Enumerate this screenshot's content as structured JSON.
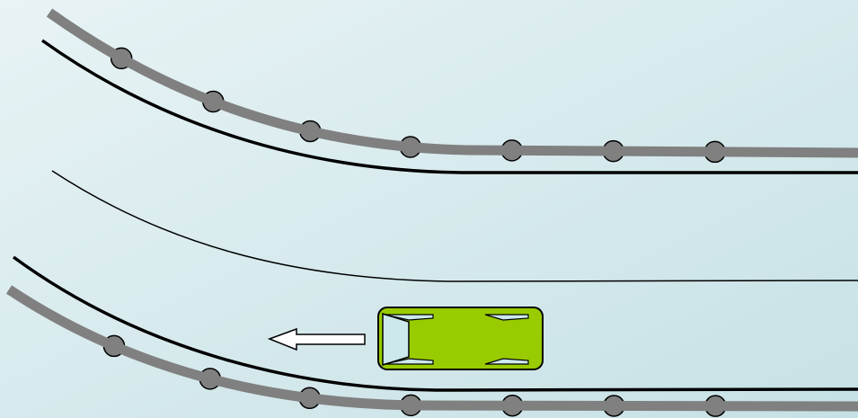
{
  "scene": {
    "background": {
      "gradient_start": "#e8f3f5",
      "gradient_end": "#c6e1e5"
    },
    "colors": {
      "guardrail": "#808080",
      "post": "#808080",
      "road_edge": "#000000",
      "center_line": "#000000",
      "arrow_stroke": "#000000",
      "arrow_fill": "#ffffff",
      "car_body": "#99cc00",
      "car_window": "#cce8ec",
      "car_outline": "#000000"
    },
    "top_guardrail": {
      "post_count": 7
    },
    "bottom_guardrail": {
      "post_count": 7
    },
    "vehicle": {
      "type": "car",
      "direction": "left"
    },
    "arrow": {
      "direction": "left"
    }
  }
}
